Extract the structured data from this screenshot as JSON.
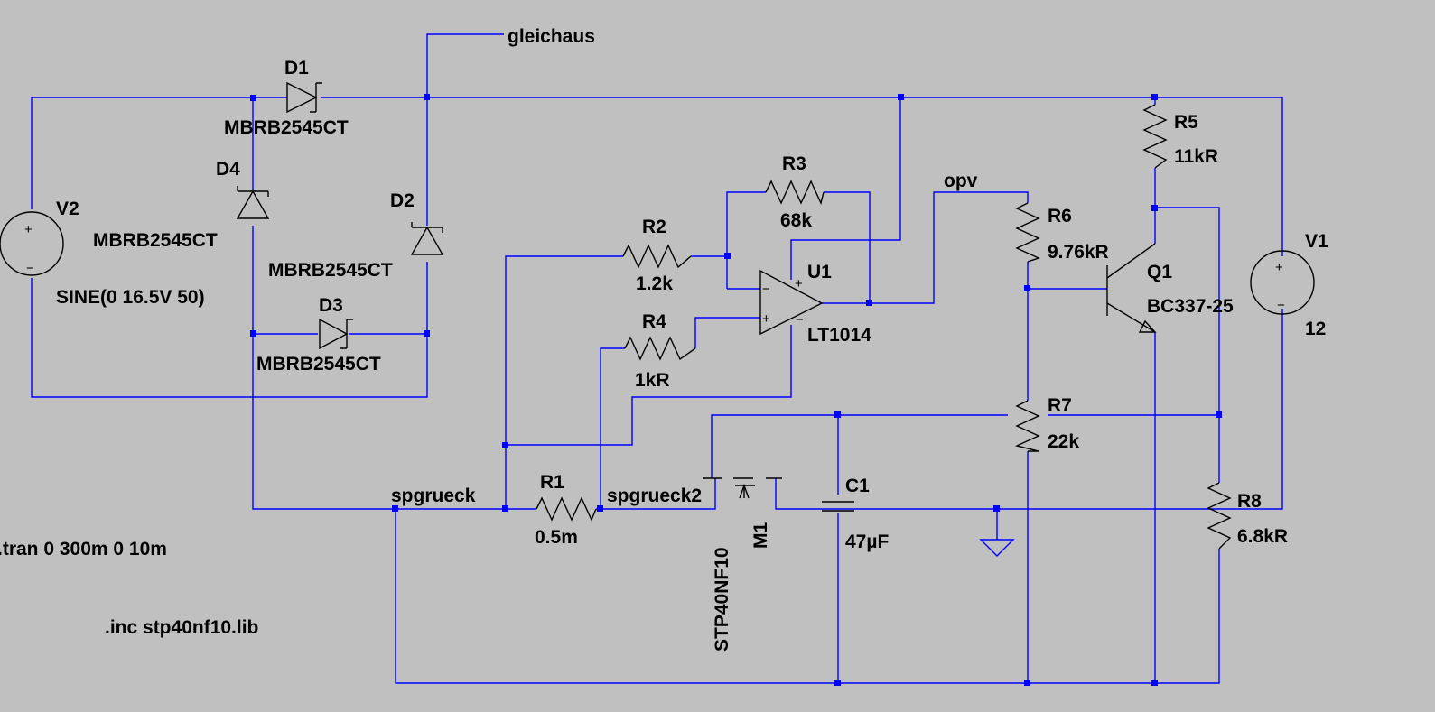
{
  "colors": {
    "background": "#c0c0c0",
    "wire": "#0000ff",
    "component": "#000000",
    "text": "#000000"
  },
  "sources": {
    "V2": {
      "name": "V2",
      "value": "SINE(0 16.5V 50)"
    },
    "V1": {
      "name": "V1",
      "value": "12"
    }
  },
  "diodes": {
    "D1": {
      "name": "D1",
      "model": "MBRB2545CT"
    },
    "D2": {
      "name": "D2",
      "model": "MBRB2545CT"
    },
    "D3": {
      "name": "D3",
      "model": "MBRB2545CT"
    },
    "D4": {
      "name": "D4",
      "model": "MBRB2545CT"
    }
  },
  "resistors": {
    "R1": {
      "name": "R1",
      "value": "0.5m"
    },
    "R2": {
      "name": "R2",
      "value": "1.2k"
    },
    "R3": {
      "name": "R3",
      "value": "68k"
    },
    "R4": {
      "name": "R4",
      "value": "1kR"
    },
    "R5": {
      "name": "R5",
      "value": "11kR"
    },
    "R6": {
      "name": "R6",
      "value": "9.76kR"
    },
    "R7": {
      "name": "R7",
      "value": "22k"
    },
    "R8": {
      "name": "R8",
      "value": "6.8kR"
    }
  },
  "opamp": {
    "name": "U1",
    "model": "LT1014"
  },
  "transistor": {
    "name": "Q1",
    "model": "BC337-25"
  },
  "mosfet": {
    "name": "M1",
    "model": "STP40NF10"
  },
  "capacitor": {
    "name": "C1",
    "value": "47µF"
  },
  "nets": {
    "gleichaus": "gleichaus",
    "opv": "opv",
    "spgrueck": "spgrueck",
    "spgrueck2": "spgrueck2"
  },
  "directives": {
    "tran": ".tran 0 300m 0 10m",
    "inc": ".inc stp40nf10.lib"
  }
}
